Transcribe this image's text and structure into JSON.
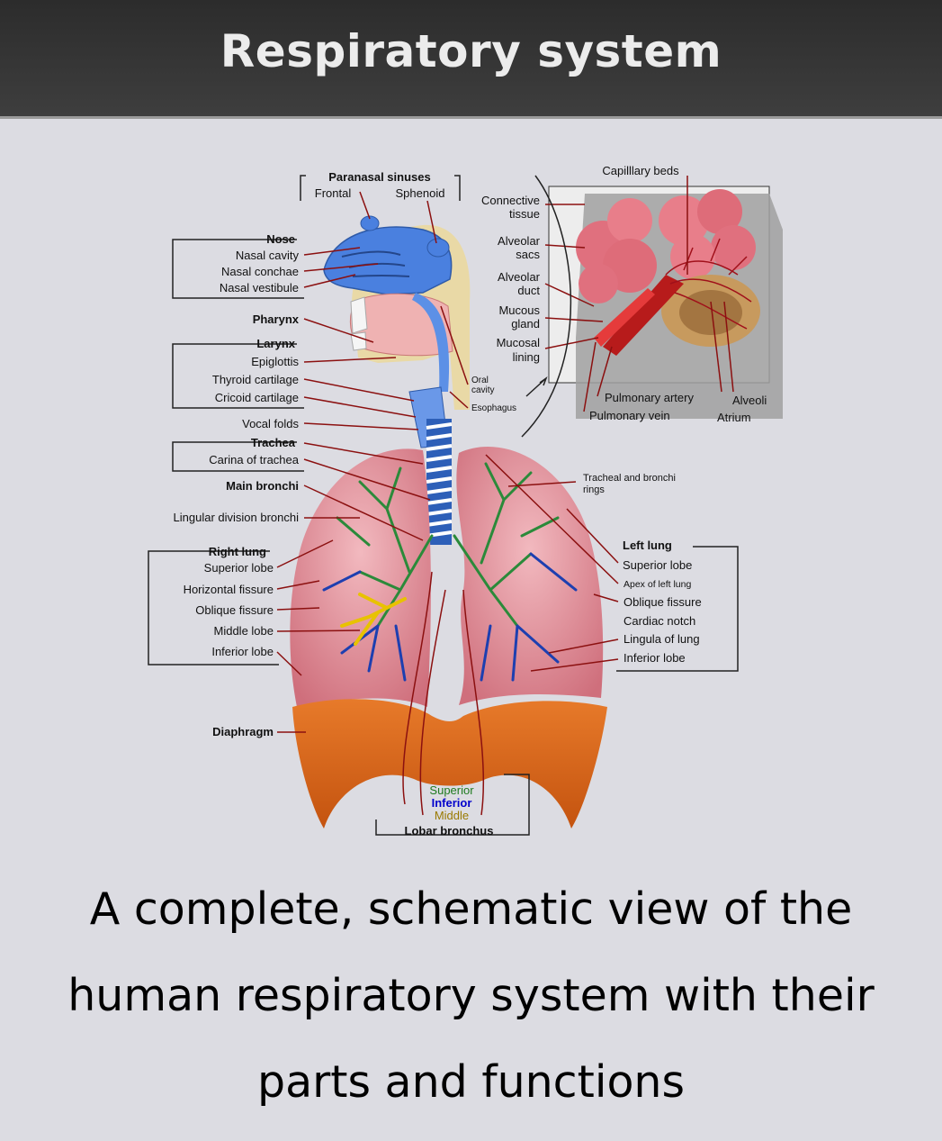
{
  "header": {
    "title": "Respiratory system"
  },
  "labels": {
    "paranasal_sinuses": "Paranasal sinuses",
    "frontal": "Frontal",
    "sphenoid": "Sphenoid",
    "nose": "Nose",
    "nasal_cavity": "Nasal cavity",
    "nasal_conchae": "Nasal conchae",
    "nasal_vestibule": "Nasal vestibule",
    "pharynx": "Pharynx",
    "larynx": "Larynx",
    "epiglottis": "Epiglottis",
    "thyroid_cartilage": "Thyroid cartilage",
    "cricoid_cartilage": "Cricoid cartilage",
    "vocal_folds": "Vocal folds",
    "trachea": "Trachea",
    "carina_of_trachea": "Carina of trachea",
    "main_bronchi": "Main bronchi",
    "lingular_division_bronchi": "Lingular division bronchi",
    "right_lung": "Right lung",
    "superior_lobe_right": "Superior lobe",
    "horizontal_fissure": "Horizontal fissure",
    "oblique_fissure_right": "Oblique fissure",
    "middle_lobe": "Middle lobe",
    "inferior_lobe_right": "Inferior lobe",
    "diaphragm": "Diaphragm",
    "connective_tissue_1": "Connective",
    "connective_tissue_2": "tissue",
    "alveolar_sacs_1": "Alveolar",
    "alveolar_sacs_2": "sacs",
    "alveolar_duct_1": "Alveolar",
    "alveolar_duct_2": "duct",
    "mucous_gland_1": "Mucous",
    "mucous_gland_2": "gland",
    "mucosal_lining_1": "Mucosal",
    "mucosal_lining_2": "lining",
    "capillary_beds": "Capilllary beds",
    "oral_cavity_1": "Oral",
    "oral_cavity_2": "cavity",
    "esophagus": "Esophagus",
    "pulmonary_artery": "Pulmonary artery",
    "pulmonary_vein": "Pulmonary vein",
    "alveoli": "Alveoli",
    "atrium": "Atrium",
    "tracheal_rings_1": "Tracheal and bronchi",
    "tracheal_rings_2": "rings",
    "left_lung": "Left lung",
    "superior_lobe_left": "Superior lobe",
    "apex_of_left_lung": "Apex of left lung",
    "oblique_fissure_left": "Oblique fissure",
    "cardiac_notch": "Cardiac notch",
    "lingula_of_lung": "Lingula of lung",
    "inferior_lobe_left": "Inferior lobe",
    "superior": "Superior",
    "inferior": "Inferior",
    "middle": "Middle",
    "lobar_bronchus": "Lobar bronchus"
  },
  "caption": {
    "line1": "A complete, schematic view of the",
    "line2": "human respiratory system with their",
    "line3": "parts and functions"
  },
  "colors": {
    "header_bg": "#333333",
    "panel_bg": "#dcdce2",
    "lung": "#d98a93",
    "diaphragm": "#d9671f",
    "airway_blue": "#3b78d4",
    "superior_green": "#1f7a1f",
    "inferior_blue": "#0000cc",
    "middle_yellow": "#b8960a"
  }
}
